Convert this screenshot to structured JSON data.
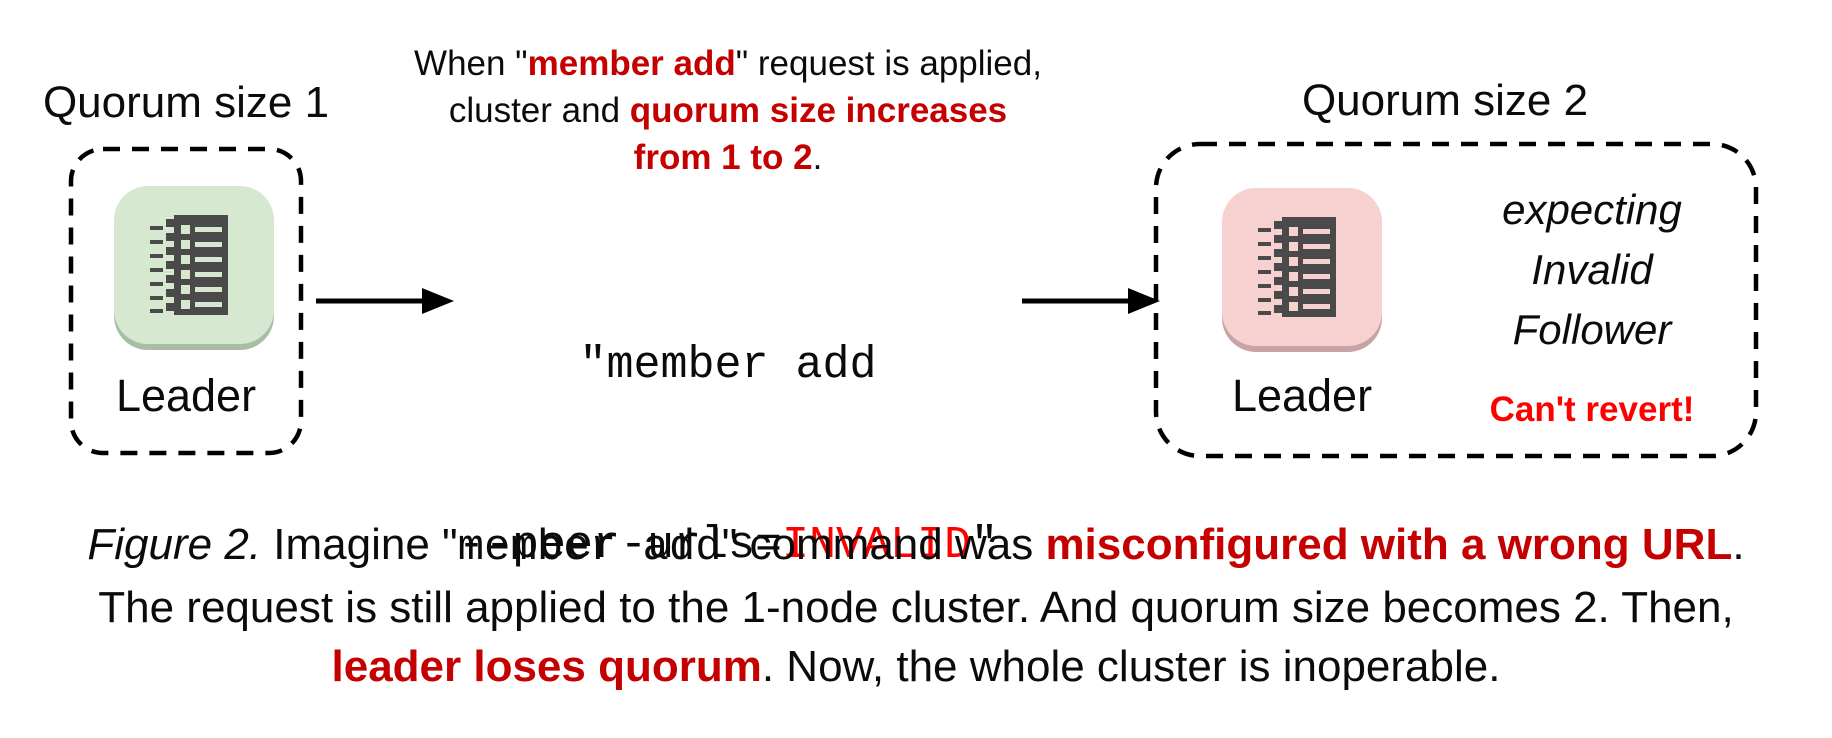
{
  "left_cluster": {
    "title": "Quorum size 1",
    "node_label": "Leader"
  },
  "annotation": {
    "line1_prefix": "When \"",
    "line1_red": "member add",
    "line1_suffix": "\" request is applied,",
    "line2_prefix": "cluster and ",
    "line2_red": "quorum size increases",
    "line3_red": "from 1 to 2",
    "line3_suffix": "."
  },
  "command": {
    "line1": "\"member add",
    "line2_black": "--peer-urls=",
    "line2_red": "INVALID",
    "line2_close": "\""
  },
  "right_cluster": {
    "title": "Quorum size 2",
    "node_label": "Leader",
    "expect_line1": "expecting",
    "expect_line2": "Invalid",
    "expect_line3": "Follower",
    "warning": "Can't revert!"
  },
  "caption": {
    "fig_label": "Figure 2.",
    "l1_a": " Imagine \"",
    "l1_code": "member add",
    "l1_b": "\" command was ",
    "l1_red": "misconfigured with a wrong URL",
    "l1_c": ".",
    "l2": "The request is still applied to the 1-node cluster. And quorum size becomes 2. Then,",
    "l3_red": "leader loses quorum",
    "l3_a": ". Now, the whole cluster is inoperable."
  },
  "colors": {
    "red_dark": "#c40000",
    "red_bright": "#ff0000",
    "icon_green": "#d7e8d1",
    "icon_green_rim": "#a8bda4",
    "icon_pink": "#f7d0d0",
    "icon_pink_rim": "#c7a3a5",
    "glyph_dark": "#4a4a4a"
  }
}
